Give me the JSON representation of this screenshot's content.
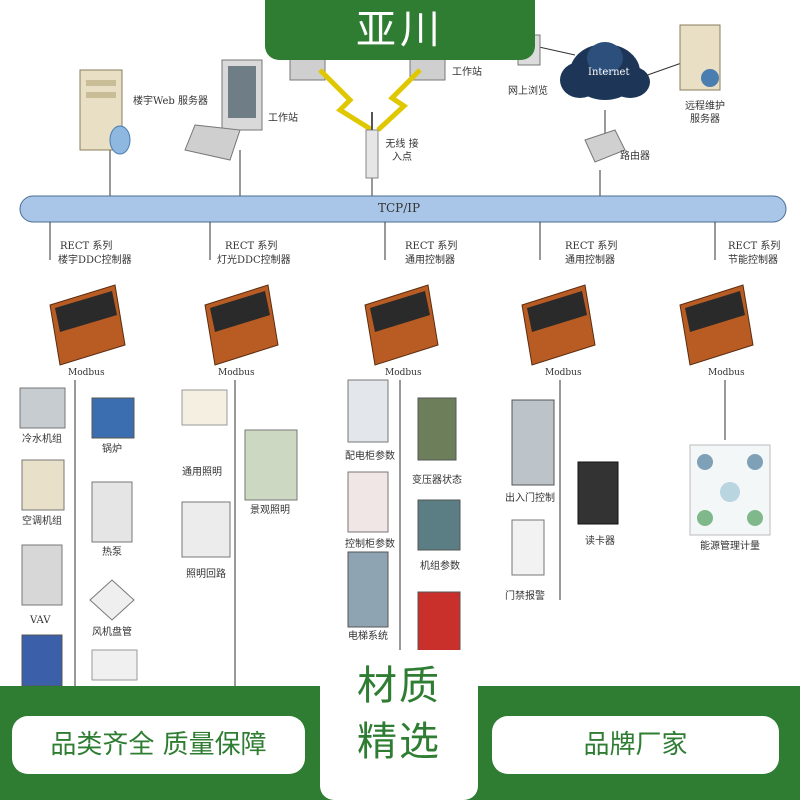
{
  "brand": "亚川",
  "network": {
    "bus_label": "TCP/IP",
    "nodes": {
      "web_server": "楼宇Web 服务器",
      "workstation_left": "工作站",
      "workstation_top": "工作站",
      "wireless_ap": "无线 接入点",
      "web_browse": "网上浏览",
      "internet": "Internet",
      "router": "路由器",
      "remote_server": "远程维护 服务器"
    }
  },
  "controllers": [
    {
      "series": "RECT 系列",
      "name": "楼宇DDC控制器",
      "bus": "Modbus"
    },
    {
      "series": "RECT 系列",
      "name": "灯光DDC控制器",
      "bus": "Modbus"
    },
    {
      "series": "RECT 系列",
      "name": "通用控制器",
      "bus": "Modbus"
    },
    {
      "series": "RECT 系列",
      "name": "通用控制器",
      "bus": "Modbus"
    },
    {
      "series": "RECT 系列",
      "name": "节能控制器",
      "bus": "Modbus"
    }
  ],
  "devices": {
    "col1": [
      "冷水机组",
      "锅炉",
      "空调机组",
      "热泵",
      "VAV",
      "风机盘管"
    ],
    "col2": [
      "通用照明",
      "景观照明",
      "照明回路"
    ],
    "col3": [
      "配电柜参数",
      "变压器状态",
      "控制柜参数",
      "机组参数",
      "电梯系统"
    ],
    "col4": [
      "出入门控制",
      "读卡器",
      "门禁报警"
    ],
    "col5": [
      "能源管理计量"
    ]
  },
  "promo": {
    "left": "品类齐全  质量保障",
    "center_line1": "材质",
    "center_line2": "精选",
    "right": "品牌厂家"
  },
  "colors": {
    "brand_green": "#2e7d32",
    "bus_blue": "#a9c6e8"
  }
}
